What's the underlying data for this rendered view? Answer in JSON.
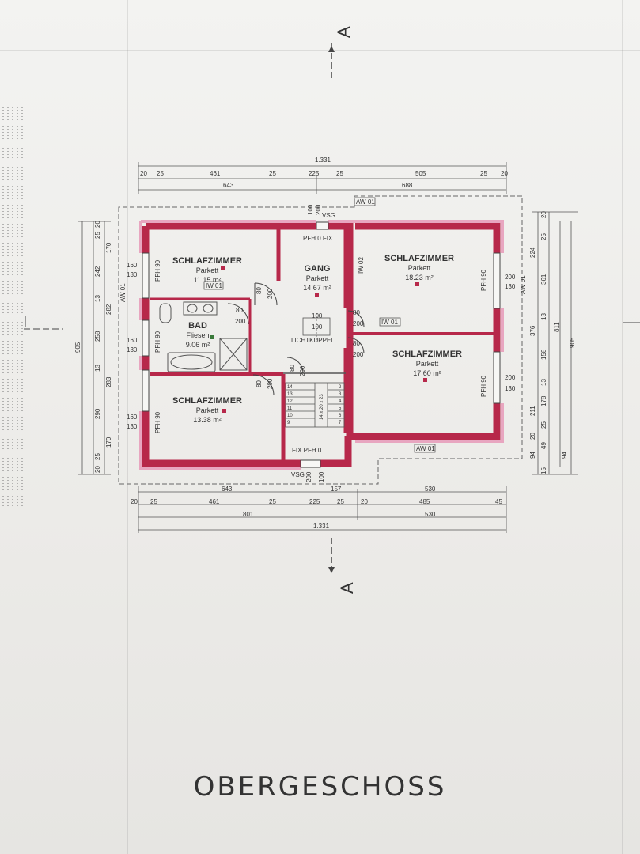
{
  "title": "OBERGESCHOSS",
  "section_marker": "A",
  "rooms": [
    {
      "name": "SCHLAFZIMMER",
      "floor": "Parkett",
      "area": "11.15 m²"
    },
    {
      "name": "GANG",
      "floor": "Parkett",
      "area": "14.67 m²"
    },
    {
      "name": "SCHLAFZIMMER",
      "floor": "Parkett",
      "area": "18.23 m²"
    },
    {
      "name": "BAD",
      "floor": "Fliesen",
      "area": "9.06 m²"
    },
    {
      "name": "SCHLAFZIMMER",
      "floor": "Parkett",
      "area": "17.60 m²"
    },
    {
      "name": "SCHLAFZIMMER",
      "floor": "Parkett",
      "area": "13.38 m²"
    }
  ],
  "labels": {
    "lichtkuppel": "LICHTKUPPEL",
    "lk_w": "100",
    "lk_h": "100",
    "vsg": "VSG",
    "pfh_fix_top": "PFH 0  FIX",
    "fix_pfh_bottom": "FIX  PFH 0",
    "pfh90": "PFH 90",
    "aw01": "AW 01",
    "iw01": "IW 01",
    "iw02": "IW 02",
    "d100": "100",
    "d200": "200",
    "d80": "80",
    "d160": "160",
    "d130": "130",
    "stairs": "14 x 20 x 23"
  },
  "dims_top": {
    "total": "1.331",
    "row1": [
      "20",
      "25",
      "461",
      "25",
      "225",
      "25",
      "505",
      "25",
      "20"
    ],
    "row2": [
      "643",
      "688"
    ]
  },
  "dims_bottom": {
    "row1": [
      "643",
      "157",
      "530"
    ],
    "row2": [
      "20",
      "25",
      "461",
      "25",
      "225",
      "25",
      "20",
      "485",
      "45"
    ],
    "row3": [
      "801",
      "530"
    ],
    "total": "1.331"
  },
  "dims_left": {
    "chain": [
      "20",
      "25",
      "170",
      "242",
      "13",
      "282",
      "258",
      "13",
      "283",
      "290",
      "170",
      "25",
      "20"
    ],
    "total": "905"
  },
  "dims_right": {
    "chain1": [
      "20",
      "25",
      "224",
      "361",
      "13",
      "376",
      "158",
      "13",
      "178",
      "211",
      "25",
      "20",
      "49",
      "94",
      "94",
      "15"
    ],
    "chain2": [
      "811"
    ],
    "total": "905"
  },
  "stair_steps_left": [
    "14",
    "13",
    "12",
    "11",
    "10",
    "9"
  ],
  "stair_steps_right": [
    "2",
    "3",
    "4",
    "5",
    "6",
    "7"
  ]
}
